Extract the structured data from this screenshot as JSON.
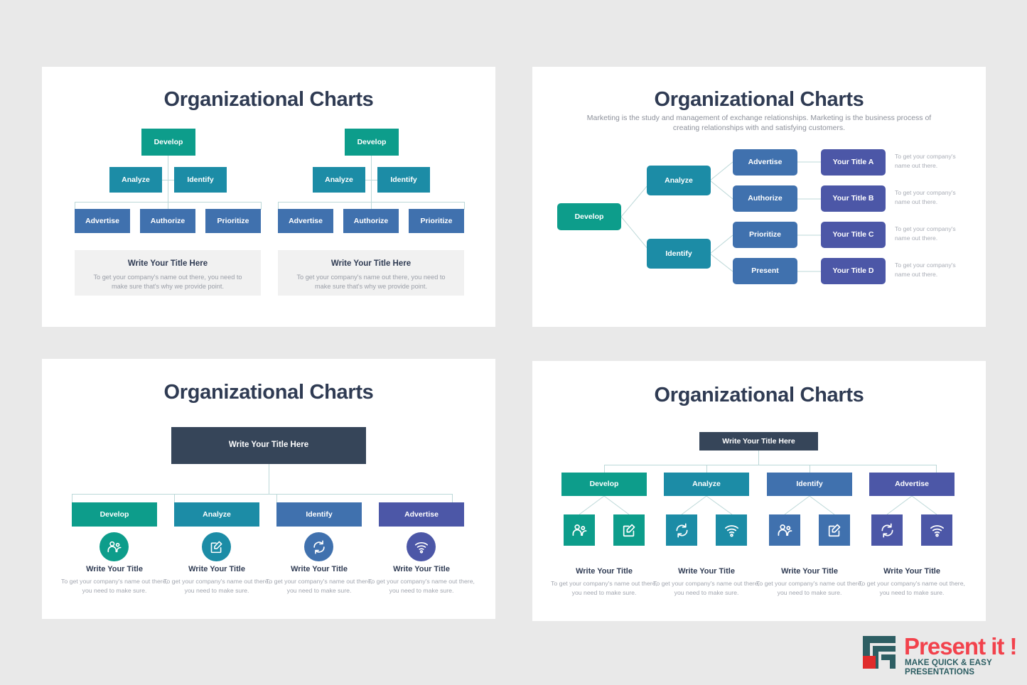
{
  "page": {
    "background": "#e9e9e9",
    "panel_background": "#ffffff"
  },
  "palette": {
    "teal_green": "#0d9d8b",
    "teal_blue": "#1c8ca6",
    "steel_blue": "#4071ae",
    "purple_blue": "#4c57a7",
    "dark_navy": "#364559",
    "connector": "#bcd8d8",
    "title": "#2f3b53",
    "muted_text": "#a2a6af",
    "logo_red": "#f2424c",
    "logo_teal": "#2d5e63"
  },
  "slide1": {
    "title": "Organizational Charts",
    "charts": [
      {
        "root": "Develop",
        "mid": [
          "Analyze",
          "Identify"
        ],
        "leaf": [
          "Advertise",
          "Authorize",
          "Prioritize"
        ],
        "info_title": "Write Your Title Here",
        "info_desc": "To get your company's name out there, you need to make sure that's why we provide point."
      },
      {
        "root": "Develop",
        "mid": [
          "Analyze",
          "Identify"
        ],
        "leaf": [
          "Advertise",
          "Authorize",
          "Prioritize"
        ],
        "info_title": "Write Your Title Here",
        "info_desc": "To get your company's name out there, you need to make sure that's why we provide point."
      }
    ]
  },
  "slide2": {
    "title": "Organizational Charts",
    "subtitle": "Marketing is the study and management of exchange relationships. Marketing is the business process of creating relationships with and satisfying customers.",
    "root": "Develop",
    "branches": [
      "Analyze",
      "Identify"
    ],
    "rows": [
      {
        "action": "Advertise",
        "title": "Your Title A",
        "desc": "To get your company's name out there."
      },
      {
        "action": "Authorize",
        "title": "Your Title B",
        "desc": "To get your company's name out there."
      },
      {
        "action": "Prioritize",
        "title": "Your Title C",
        "desc": "To get your company's name out there."
      },
      {
        "action": "Present",
        "title": "Your Title D",
        "desc": "To get your company's name out there."
      }
    ]
  },
  "slide3": {
    "title": "Organizational Charts",
    "root": "Write Your Title Here",
    "columns": [
      {
        "label": "Develop",
        "icon": "users-icon",
        "color": "#0d9d8b",
        "caption_title": "Write Your Title",
        "caption_desc": "To get your company's name out there, you need to make sure."
      },
      {
        "label": "Analyze",
        "icon": "edit-icon",
        "color": "#1c8ca6",
        "caption_title": "Write Your Title",
        "caption_desc": "To get your company's name out there, you need to make sure."
      },
      {
        "label": "Identify",
        "icon": "refresh-icon",
        "color": "#4071ae",
        "caption_title": "Write Your Title",
        "caption_desc": "To get your company's name out there, you need to make sure."
      },
      {
        "label": "Advertise",
        "icon": "wifi-icon",
        "color": "#4c57a7",
        "caption_title": "Write Your Title",
        "caption_desc": "To get your company's name out there, you need to make sure."
      }
    ]
  },
  "slide4": {
    "title": "Organizational Charts",
    "root": "Write Your Title Here",
    "columns": [
      {
        "label": "Develop",
        "color": "#0d9d8b",
        "icons": [
          "users-icon",
          "edit-icon"
        ],
        "caption_title": "Write Your Title",
        "caption_desc": "To get your company's name out there, you need to make sure."
      },
      {
        "label": "Analyze",
        "color": "#1c8ca6",
        "icons": [
          "refresh-icon",
          "wifi-icon"
        ],
        "caption_title": "Write Your Title",
        "caption_desc": "To get your company's name out there, you need to make sure."
      },
      {
        "label": "Identify",
        "color": "#4071ae",
        "icons": [
          "users-icon",
          "edit-icon"
        ],
        "caption_title": "Write Your Title",
        "caption_desc": "To get your company's name out there, you need to make sure."
      },
      {
        "label": "Advertise",
        "color": "#4c57a7",
        "icons": [
          "refresh-icon",
          "wifi-icon"
        ],
        "caption_title": "Write Your Title",
        "caption_desc": "To get your company's name out there, you need to make sure."
      }
    ]
  },
  "logo": {
    "word": "Present it !",
    "tagline": "MAKE QUICK & EASY PRESENTATIONS"
  }
}
